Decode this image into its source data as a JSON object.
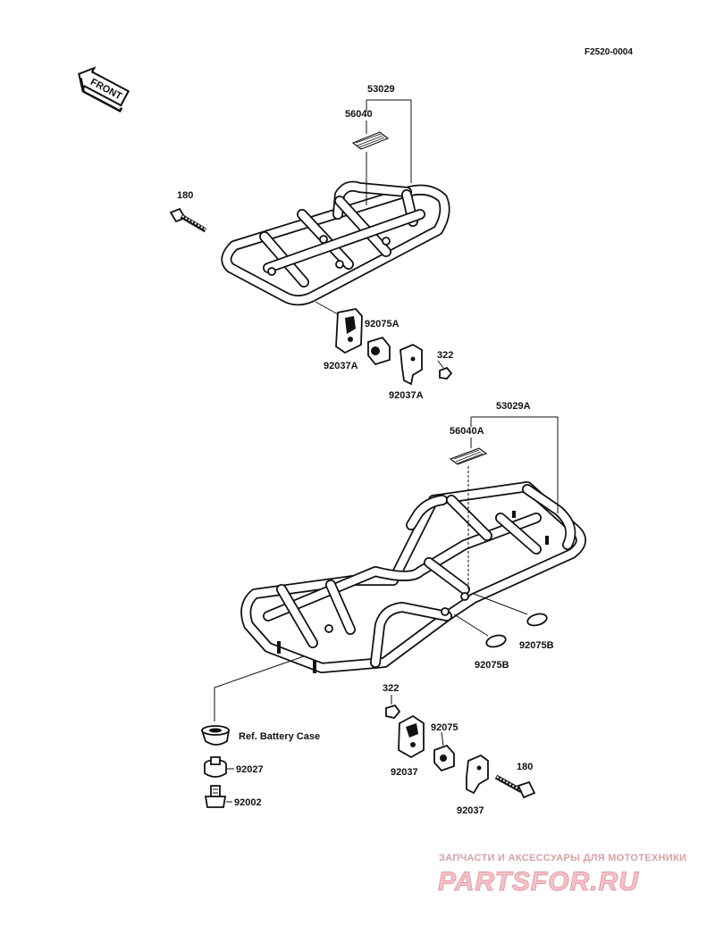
{
  "figure_code": "F2520-0004",
  "front_label": "FRONT",
  "parts": {
    "rack_front": "53029",
    "decal_front": "56040",
    "bolt_front": "180",
    "cap_front": "92075A",
    "bracket_front_left": "92037A",
    "bracket_front_right": "92037A",
    "nut_front": "322",
    "rack_rear": "53029A",
    "decal_rear": "56040A",
    "cap_rear_right": "92075B",
    "cap_rear_left": "92075B",
    "battery_ref": "Ref. Battery Case",
    "grommet": "92027",
    "collar": "92002",
    "nut_rear": "322",
    "cap_rear": "92075",
    "bracket_rear_left": "92037",
    "bracket_rear_right": "92037",
    "bolt_rear": "180"
  },
  "watermark": {
    "tagline": "ЗАПЧАСТИ И АКСЕССУАРЫ ДЛЯ МОТОТЕХНИКИ",
    "brand": "PARTSFOR.RU"
  }
}
